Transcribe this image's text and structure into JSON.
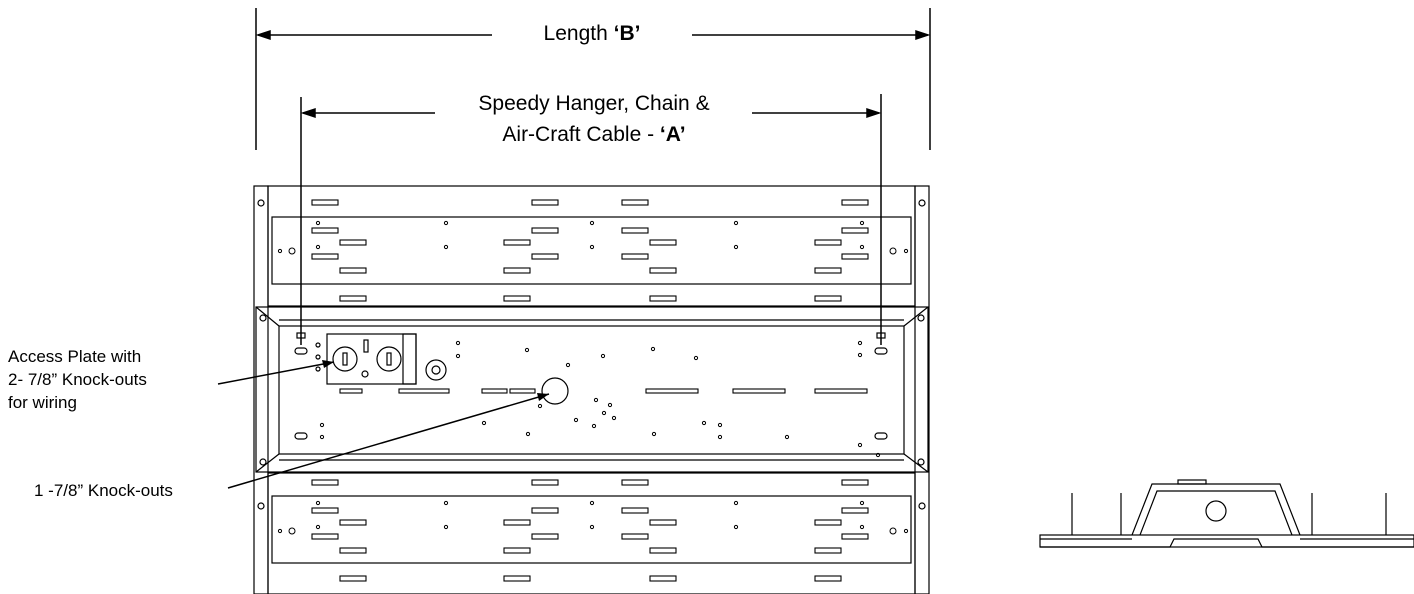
{
  "dimension_b": {
    "text": "Length ",
    "code": "‘B’"
  },
  "dimension_a": {
    "line1": "Speedy Hanger, Chain &",
    "line2_text": "Air-Craft Cable - ",
    "code": "‘A’"
  },
  "callouts": {
    "access_plate": [
      "Access Plate with",
      "2- 7/8” Knock-outs",
      "for wiring"
    ],
    "knockouts": "1 -7/8” Knock-outs"
  },
  "colors": {
    "line": "#000000",
    "background": "#ffffff"
  }
}
